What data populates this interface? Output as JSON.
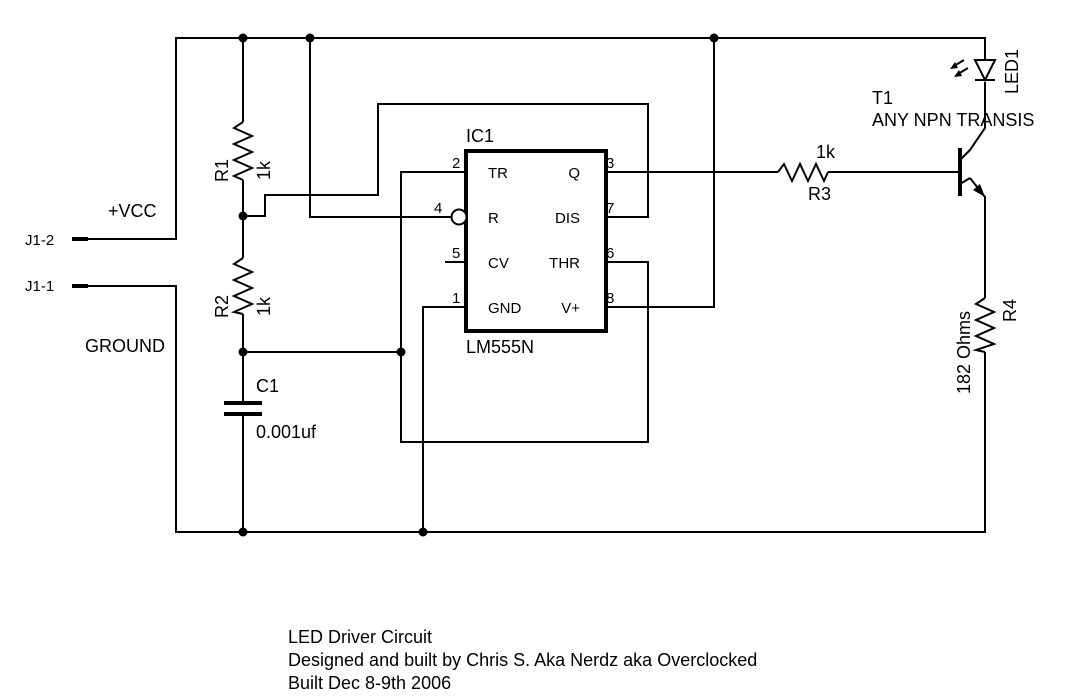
{
  "connectors": {
    "j1_2": "J1-2",
    "j1_1": "J1-1"
  },
  "rails": {
    "vcc": "+VCC",
    "ground": "GROUND"
  },
  "components": {
    "r1": {
      "ref": "R1",
      "value": "1k"
    },
    "r2": {
      "ref": "R2",
      "value": "1k"
    },
    "r3": {
      "ref": "R3",
      "value": "1k"
    },
    "r4": {
      "ref": "R4",
      "value": "182 Ohms"
    },
    "c1": {
      "ref": "C1",
      "value": "0.001uf"
    },
    "t1": {
      "ref": "T1",
      "value": "ANY NPN TRANSIS"
    },
    "led1": {
      "ref": "LED1"
    },
    "ic1": {
      "ref": "IC1",
      "part": "LM555N",
      "pins": {
        "tr": {
          "num": "2",
          "name": "TR"
        },
        "r": {
          "num": "4",
          "name": "R"
        },
        "cv": {
          "num": "5",
          "name": "CV"
        },
        "gnd": {
          "num": "1",
          "name": "GND"
        },
        "q": {
          "num": "3",
          "name": "Q"
        },
        "dis": {
          "num": "7",
          "name": "DIS"
        },
        "thr": {
          "num": "6",
          "name": "THR"
        },
        "vplus": {
          "num": "8",
          "name": "V+"
        }
      }
    }
  },
  "notes": [
    "LED Driver Circuit",
    "Designed and built by Chris S. Aka Nerdz aka Overclocked",
    "Built Dec 8-9th 2006"
  ]
}
